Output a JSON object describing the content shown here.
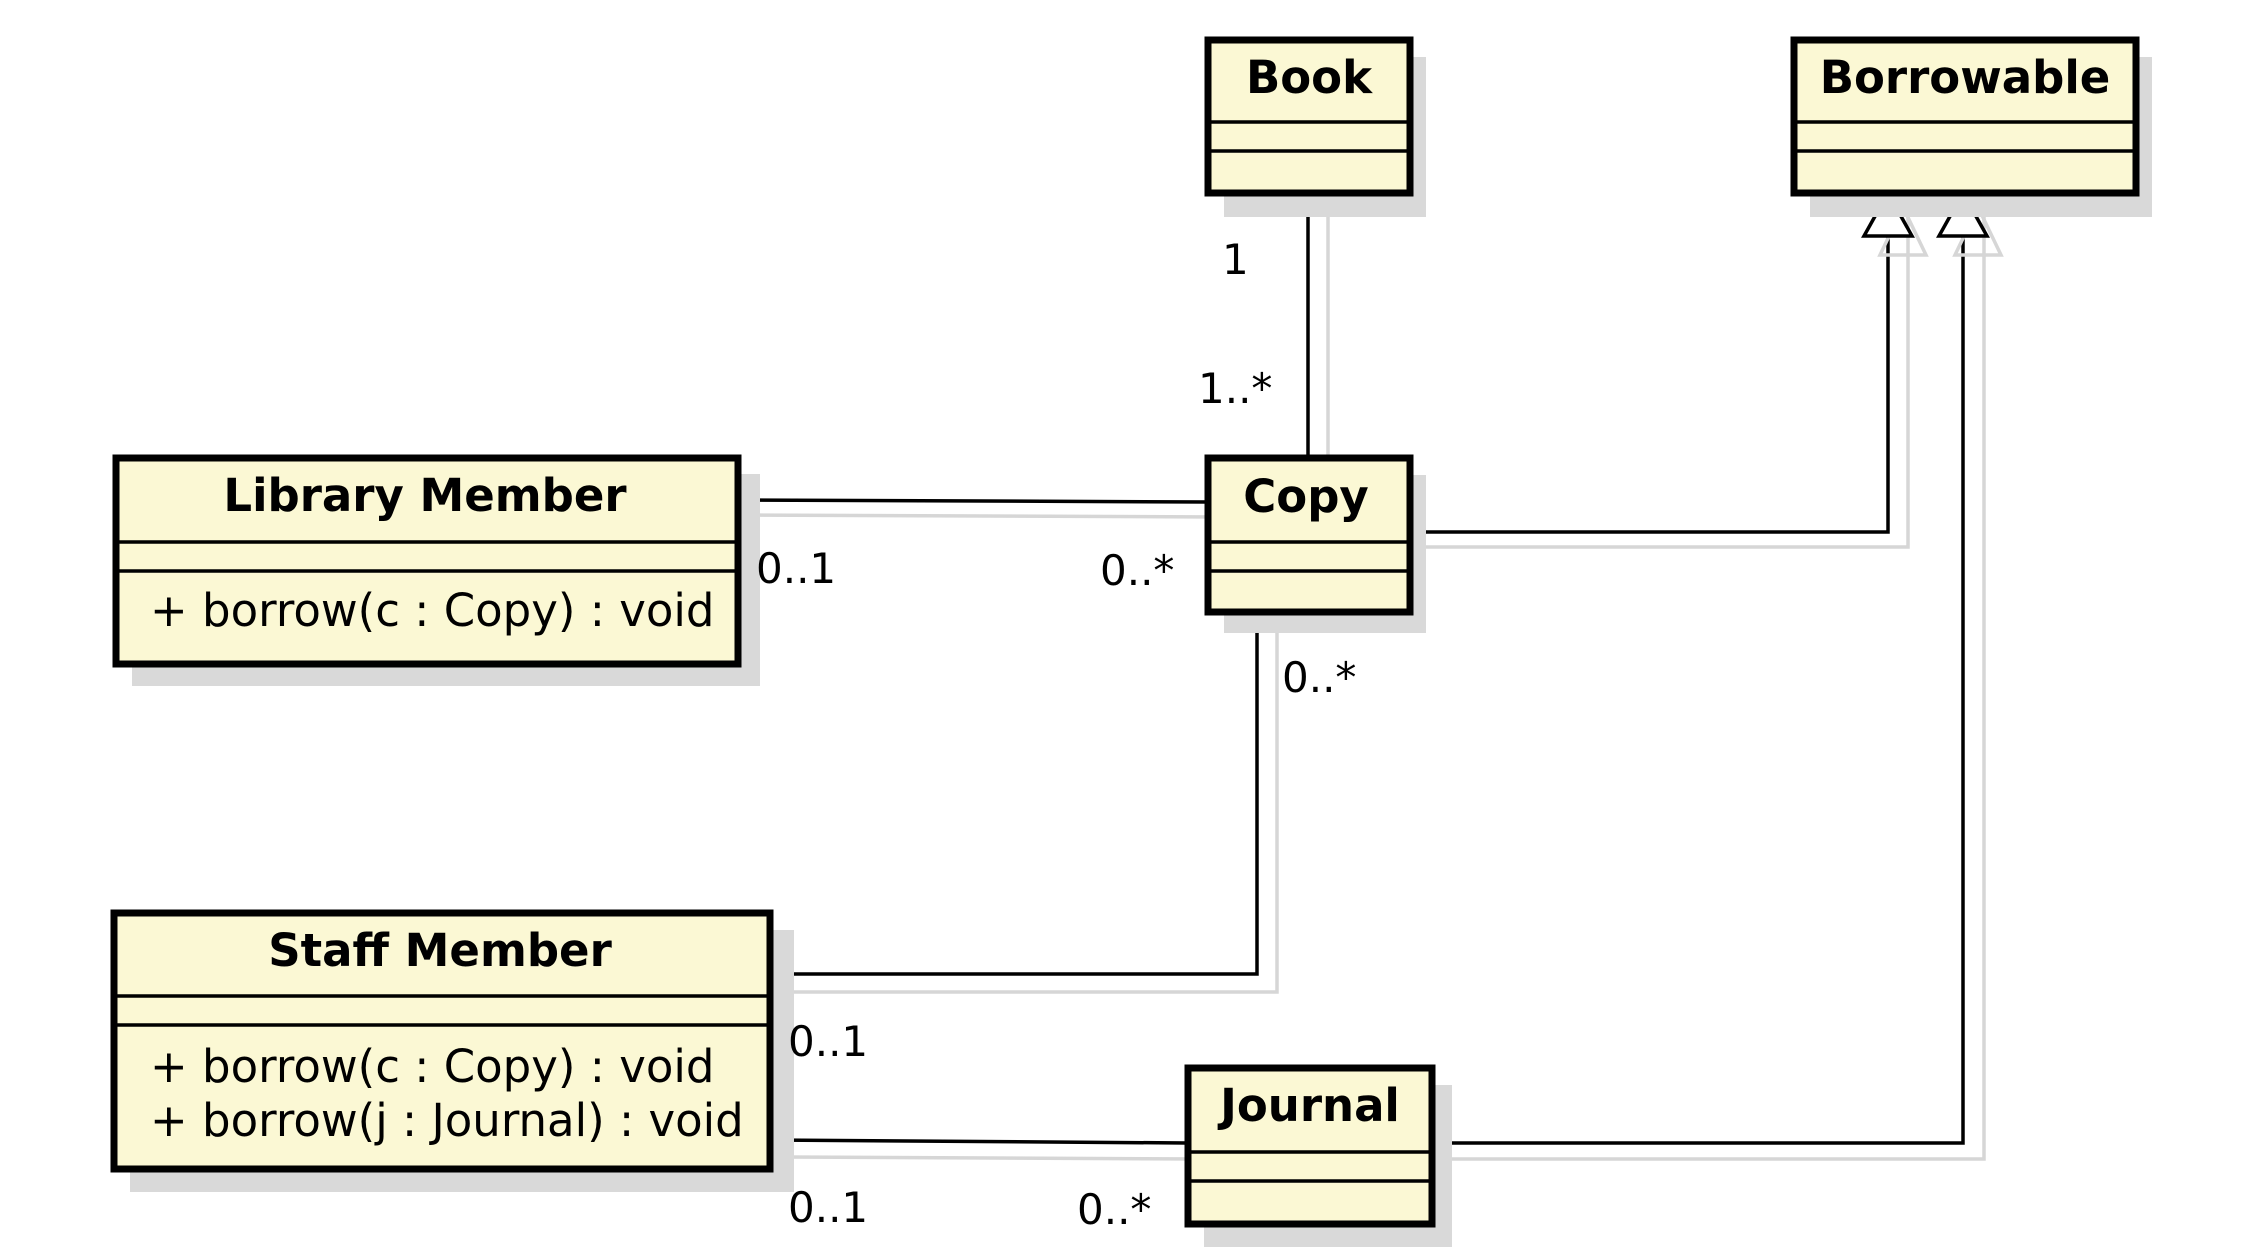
{
  "classes": {
    "book": {
      "name": "Book"
    },
    "borrowable": {
      "name": "Borrowable"
    },
    "library_member": {
      "name": "Library Member",
      "operations": [
        "+ borrow(c : Copy) : void"
      ]
    },
    "copy": {
      "name": "Copy"
    },
    "staff_member": {
      "name": "Staff Member",
      "operations": [
        "+ borrow(c : Copy) : void",
        "+ borrow(j : Journal) : void"
      ]
    },
    "journal": {
      "name": "Journal"
    }
  },
  "associations": {
    "book_copy": {
      "book_end": "1",
      "copy_end": "1..*"
    },
    "library_member_copy": {
      "member_end": "0..1",
      "copy_end": "0..*"
    },
    "staff_member_copy": {
      "copy_end": "0..*",
      "staff_end": "0..1"
    },
    "staff_member_journal": {
      "staff_end": "0..1",
      "journal_end": "0..*"
    }
  },
  "colors": {
    "class_fill": "#fbf8d4",
    "shadow": "#d9d9d9",
    "line": "#000000"
  }
}
